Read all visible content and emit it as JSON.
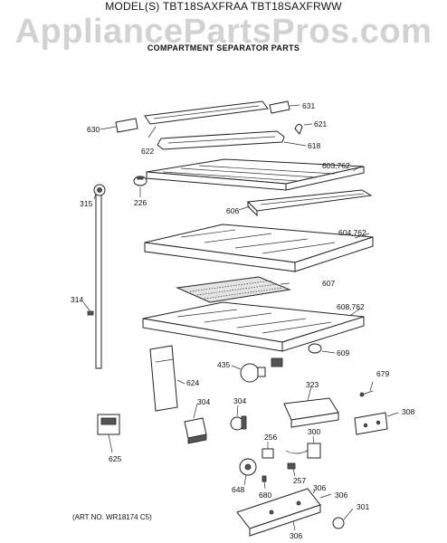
{
  "header": {
    "model": "MODEL(S) TBT18SAXFRAA  TBT18SAXFRWW",
    "watermark": "AppliancePartsPros.com",
    "subtitle": "COMPARTMENT SEPARATOR PARTS"
  },
  "footer": {
    "art_no": "(ART NO. WR18174 C5)"
  },
  "callouts": [
    "631",
    "630",
    "621",
    "622",
    "618",
    "603,762",
    "226",
    "315",
    "606",
    "604,762",
    "607",
    "314",
    "608,762",
    "609",
    "435",
    "679",
    "624",
    "323",
    "304",
    "304",
    "308",
    "300",
    "256",
    "625",
    "257",
    "648",
    "680",
    "306",
    "306",
    "301",
    "306"
  ]
}
